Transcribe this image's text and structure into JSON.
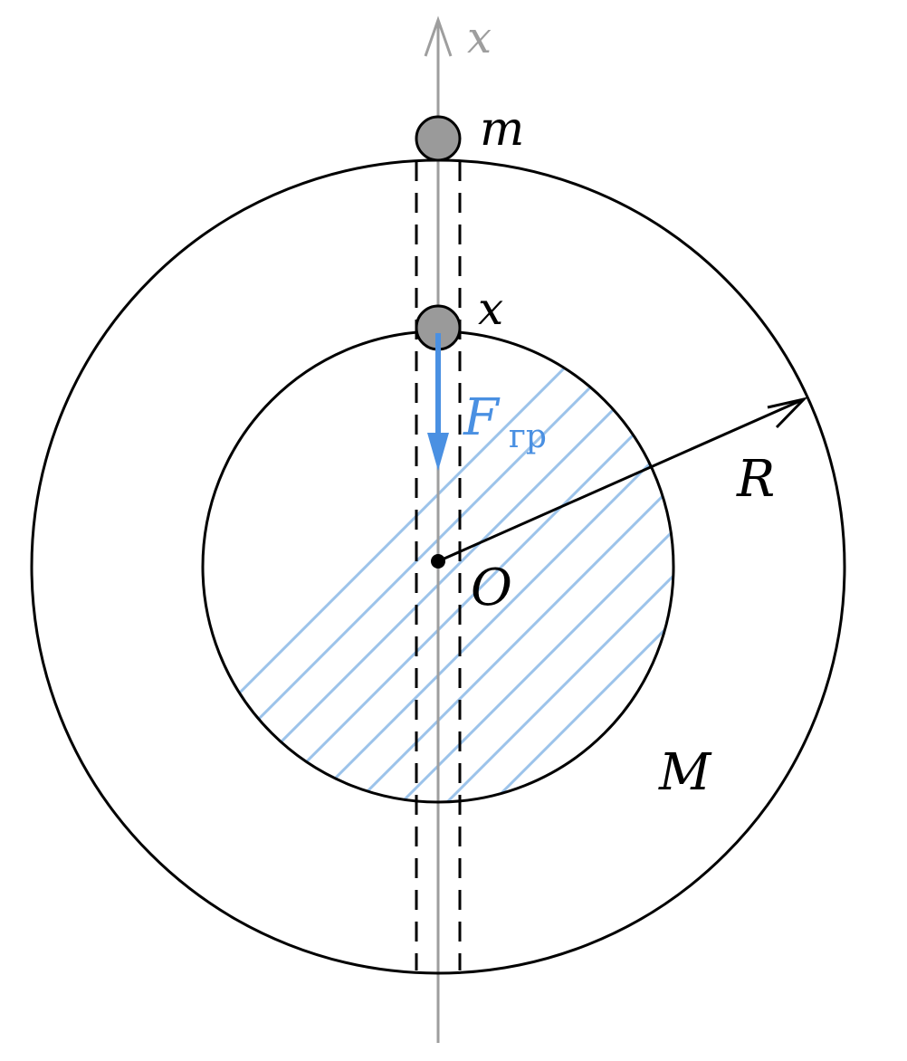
{
  "labels": {
    "axis": "x",
    "small_mass": "m",
    "position": "x",
    "force_main": "F",
    "force_sub": "гр",
    "radius": "R",
    "center": "O",
    "planet_mass": "M"
  },
  "colors": {
    "stroke": "#000000",
    "axis": "#9e9e9e",
    "ball_fill": "#9a9a9a",
    "hatch": "#9cc3ea",
    "force": "#4a90e2"
  }
}
